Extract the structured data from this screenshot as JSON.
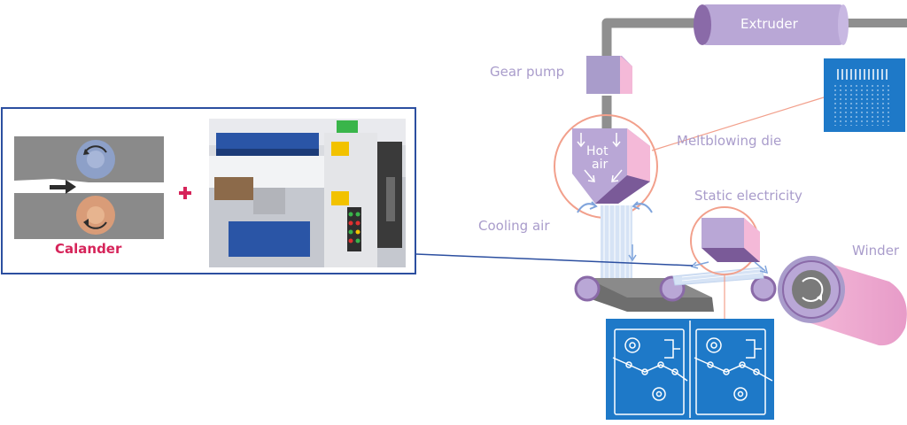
{
  "labels": {
    "extruder": "Extruder",
    "gear_pump": "Gear pump",
    "meltblowing_die": "Meltblowing die",
    "hot_air": "Hot\nair",
    "hot": "Hot",
    "air": "air",
    "cooling_air": "Cooling air",
    "static_electricity": "Static electricity",
    "winder": "Winder",
    "calander": "Calander"
  },
  "colors": {
    "purple_light": "#b9a7d6",
    "purple_mid": "#9c89c6",
    "purple_dark": "#8a6aa8",
    "pink": "#f0b8d6",
    "salmon": "#f2a08c",
    "navy": "#2c4fa0",
    "blue_panel": "#1e79c8",
    "pipe_gray": "#8f8f8f",
    "red_plus": "#d6245a"
  },
  "icons": [
    "rotate-arrow-icon",
    "arrow-right-icon",
    "plus-icon",
    "spinneret-icon",
    "schematic-icon"
  ]
}
